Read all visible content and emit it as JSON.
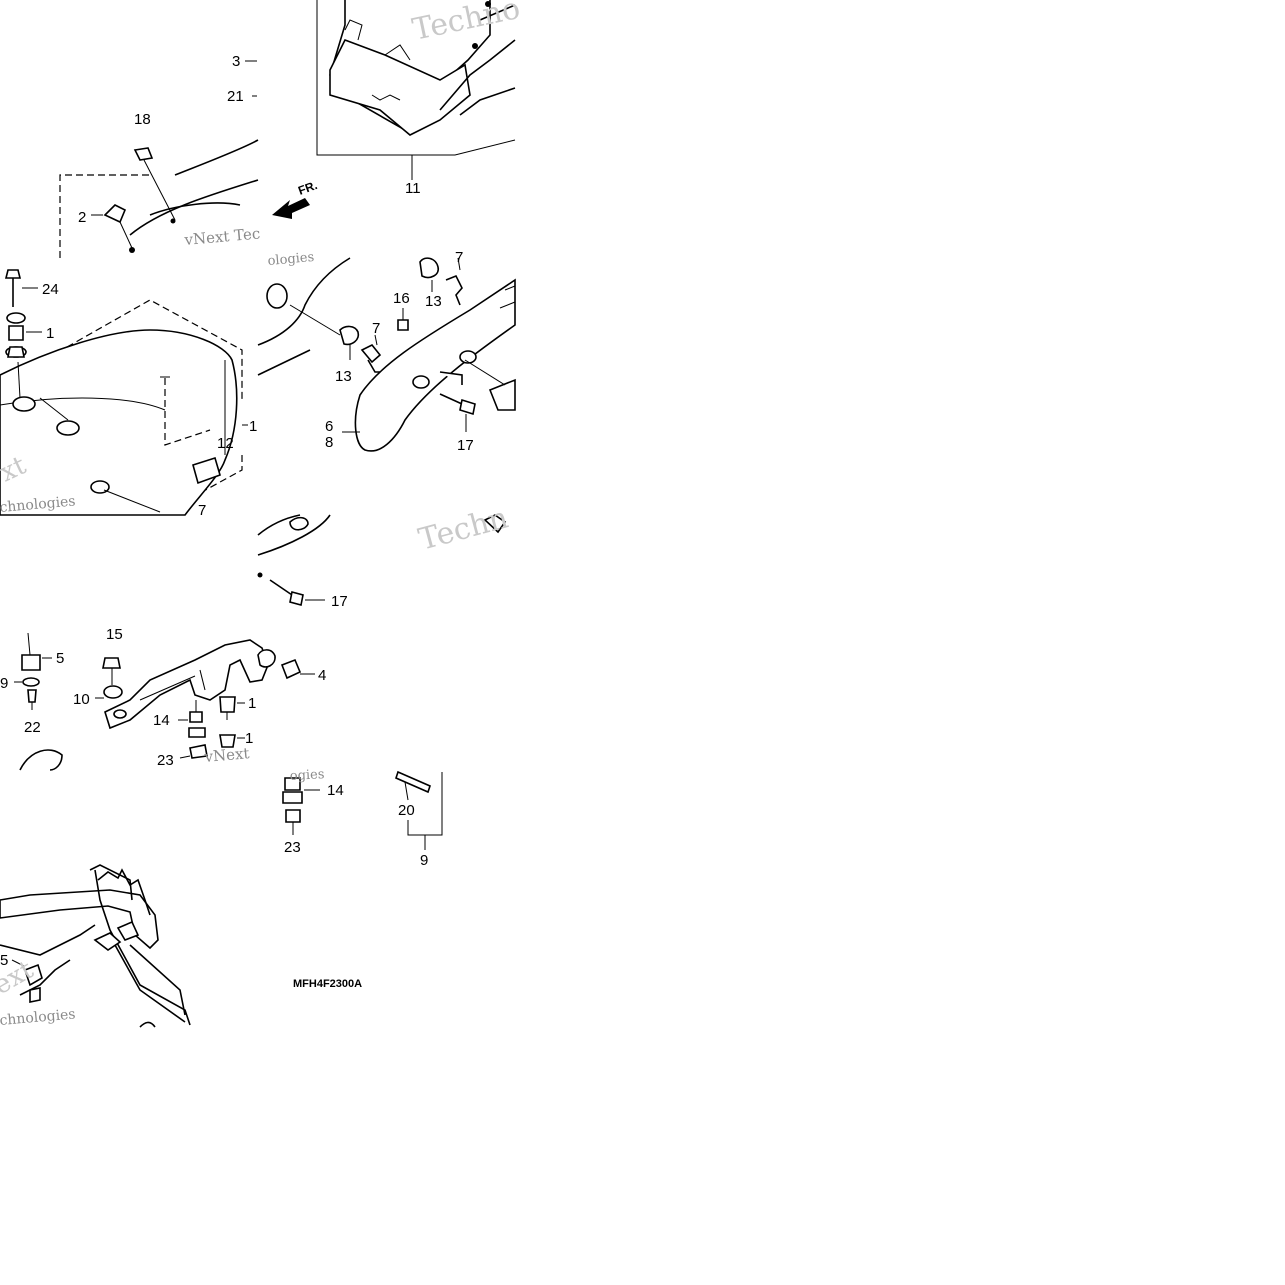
{
  "callouts": {
    "c3": "3",
    "c21": "21",
    "c18": "18",
    "c2": "2",
    "c11": "11",
    "c24": "24",
    "c1a": "1",
    "c1b": "1",
    "c12": "12",
    "c7a": "7",
    "c16": "16",
    "c13a": "13",
    "c7b": "7",
    "c13b": "13",
    "c6": "6",
    "c8": "8",
    "c17a": "17",
    "c17b": "17",
    "c15a": "15",
    "c5a": "5",
    "c4": "4",
    "c9a": "9",
    "c10": "10",
    "c1c": "1",
    "c14a": "14",
    "c22": "22",
    "c1d": "1",
    "c23a": "23",
    "c14b": "14",
    "c20": "20",
    "c23b": "23",
    "c9b": "9",
    "c5b": "5",
    "c7c": "7"
  },
  "front_arrow_label": "FR.",
  "diagram_code": "MFH4F2300A",
  "watermarks": {
    "w1": "Techno",
    "w2": "vNext Tec",
    "w3": "ologies",
    "w4": "xt",
    "w5": "chnologies",
    "w6": "Techn",
    "w7": "vNext",
    "w8": "ogies",
    "w9": "ext",
    "w10": "chnologies"
  }
}
